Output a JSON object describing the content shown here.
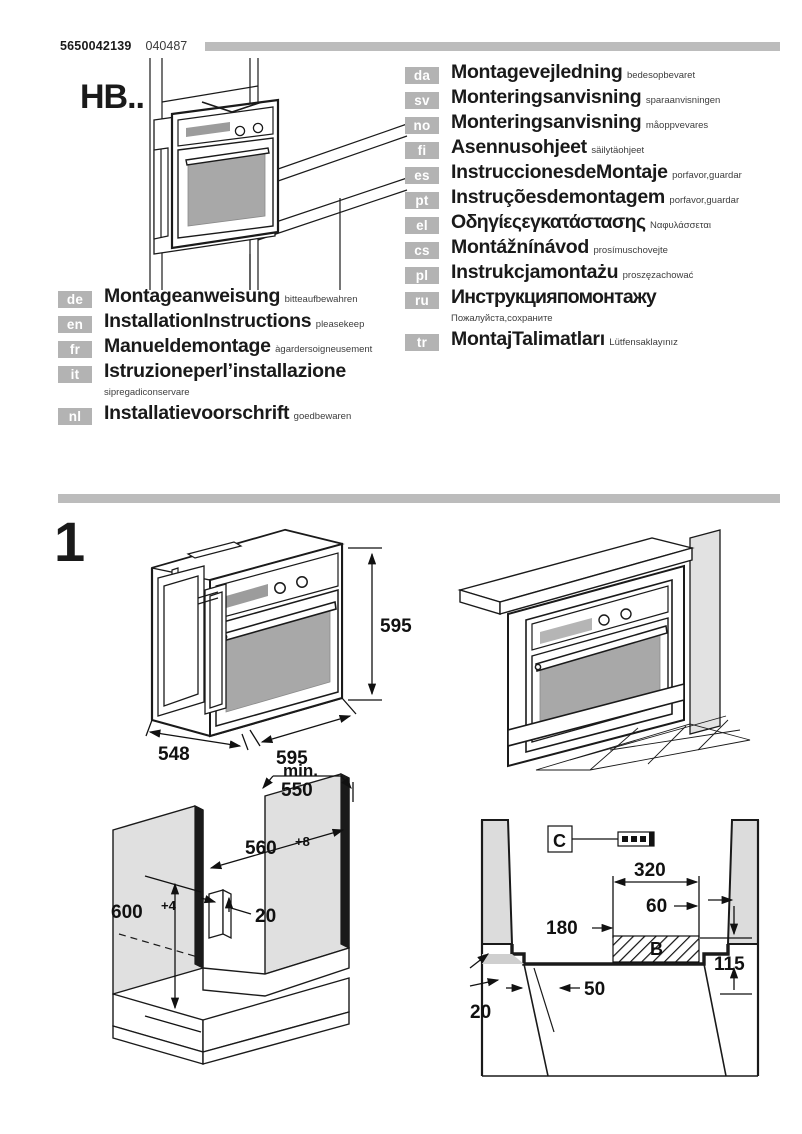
{
  "header": {
    "part_number": "5650042139",
    "doc_number": "040487"
  },
  "product_label": "HB..",
  "languages_left": [
    {
      "code": "de",
      "title": "Montageanweisung",
      "subtitle": "bitteaufbewahren"
    },
    {
      "code": "en",
      "title": "InstallationInstructions",
      "subtitle": "pleasekeep"
    },
    {
      "code": "fr",
      "title": "Manueldemontage",
      "subtitle": "àgardersoigneusement"
    },
    {
      "code": "it",
      "title": "Istruzioneperl’installazione",
      "subtitle": "sipregadiconservare"
    },
    {
      "code": "nl",
      "title": "Installatievoorschrift",
      "subtitle": "goedbewaren"
    }
  ],
  "languages_right": [
    {
      "code": "da",
      "title": "Montagevejledning",
      "subtitle": "bedesopbevaret"
    },
    {
      "code": "sv",
      "title": "Monteringsanvisning",
      "subtitle": "sparaanvisningen"
    },
    {
      "code": "no",
      "title": "Monteringsanvisning",
      "subtitle": "måoppvevares"
    },
    {
      "code": "fi",
      "title": "Asennusohjeet",
      "subtitle": "säilytäohjeet"
    },
    {
      "code": "es",
      "title": "InstruccionesdeMontaje",
      "subtitle": "porfavor,guardar"
    },
    {
      "code": "pt",
      "title": "Instruçõesdemontagem",
      "subtitle": "porfavor,guardar"
    },
    {
      "code": "el",
      "title": "Οδηγίεςεγκατάστασης",
      "subtitle": "Ναφυλάσσεται"
    },
    {
      "code": "cs",
      "title": "Montáž­nínávod",
      "subtitle": "prosímuschovejte"
    },
    {
      "code": "pl",
      "title": "Instrukcjamontażu",
      "subtitle": "proszęzachować"
    },
    {
      "code": "ru",
      "title": "Инструкцияпомонтажу",
      "subtitle": "Пожалуйста,сохраните"
    },
    {
      "code": "tr",
      "title": "MontajTalimatları",
      "subtitle": "Lütfensaklayınız"
    }
  ],
  "figures": {
    "figure_number": "1",
    "appliance_dimensions": {
      "height": "595",
      "width": "595",
      "depth": "548"
    },
    "niche_dimensions": {
      "min_label": "min.",
      "min_depth": "550",
      "niche_width": "560",
      "niche_width_tol": "+8",
      "niche_height": "600",
      "niche_height_tol": "+4",
      "front_offset": "20"
    },
    "cutout_dimensions": {
      "span_320": "320",
      "span_60": "60",
      "span_180": "180",
      "height_115": "115",
      "depth_50": "50",
      "gap_20": "20",
      "label_b": "B",
      "label_c": "C"
    }
  },
  "colors": {
    "bar_grey": "#bcbcbc",
    "tag_grey": "#b3b3b3",
    "ink": "#1a1a1a",
    "panel_fill": "#d9d9d9",
    "glass_fill": "#a8a8a8"
  }
}
